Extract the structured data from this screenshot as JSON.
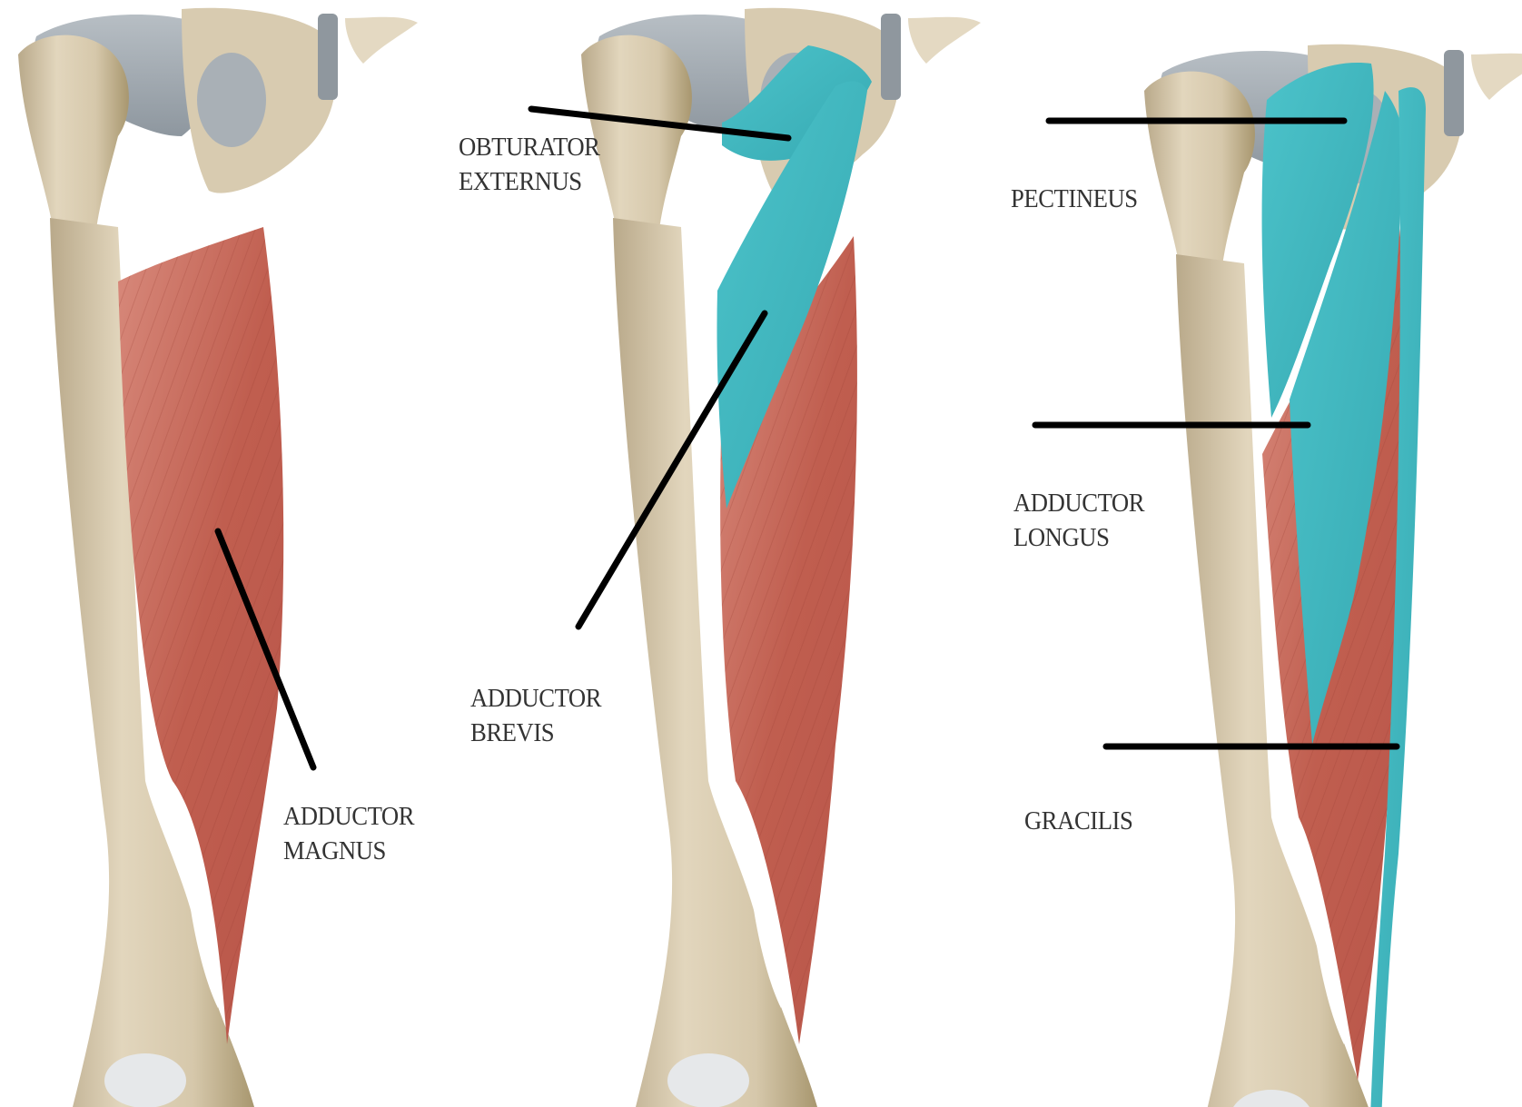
{
  "panels": [
    {
      "id": "left",
      "labels": [
        {
          "id": "adductor-magnus",
          "lines": [
            "ADDUCTOR",
            "MAGNUS"
          ]
        }
      ]
    },
    {
      "id": "middle",
      "labels": [
        {
          "id": "obturator-externus",
          "lines": [
            "OBTURATOR",
            "EXTERNUS"
          ]
        },
        {
          "id": "adductor-brevis",
          "lines": [
            "ADDUCTOR",
            "BREVIS"
          ]
        }
      ]
    },
    {
      "id": "right",
      "labels": [
        {
          "id": "pectineus",
          "lines": [
            "PECTINEUS"
          ]
        },
        {
          "id": "adductor-longus",
          "lines": [
            "ADDUCTOR",
            "LONGUS"
          ]
        },
        {
          "id": "gracilis",
          "lines": [
            "GRACILIS"
          ]
        }
      ]
    }
  ],
  "colors": {
    "bone": "#d9ccb1",
    "bone_shadow": "#b3a383",
    "hip_bone_grey": "#9aa3ab",
    "muscle": "#c46758",
    "muscle_dark": "#a8473b",
    "highlight_muscle": "#3fb8c0",
    "leader_line": "#000000",
    "label_text": "#333333"
  }
}
